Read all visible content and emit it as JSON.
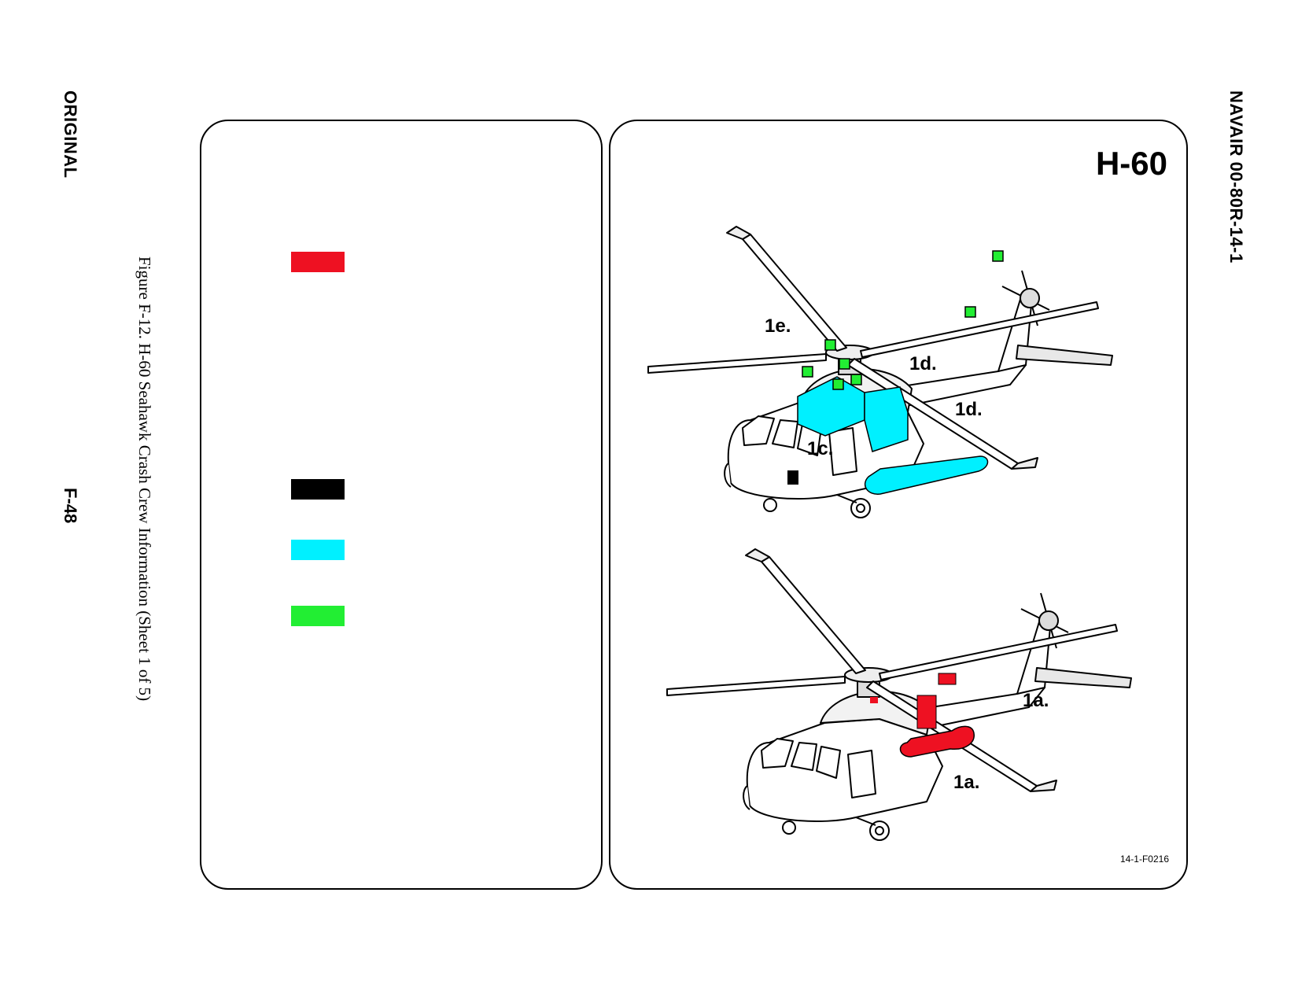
{
  "header": {
    "left": "ORIGINAL",
    "right": "NAVAIR 00-80R-14-1"
  },
  "caption": "Figure F-12.  H-60 Seahawk Crash Crew Information (Sheet 1 of 5)",
  "page_number": "F-48",
  "legend": {
    "swatches": [
      {
        "name": "red",
        "color": "#ee1122"
      },
      {
        "name": "black",
        "color": "#000000"
      },
      {
        "name": "cyan",
        "color": "#00f0ff"
      },
      {
        "name": "green",
        "color": "#22ee33"
      }
    ]
  },
  "figure": {
    "title": "H-60",
    "code": "14-1-F0216",
    "callouts": {
      "upper_1e": "1e.",
      "upper_1d_a": "1d.",
      "upper_1d_b": "1d.",
      "upper_1c": "1c.",
      "lower_1a_a": "1a.",
      "lower_1a_b": "1a."
    },
    "colors": {
      "fire_hazard": "#ee1122",
      "cutin": "#000000",
      "fuel": "#00f0ff",
      "fluids": "#22ee33"
    }
  }
}
